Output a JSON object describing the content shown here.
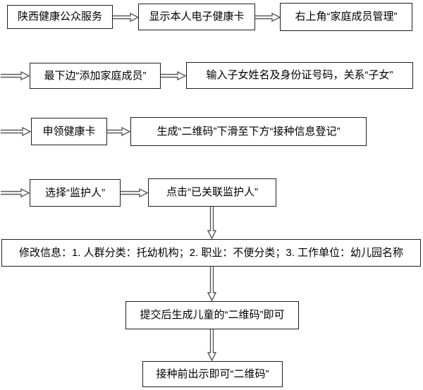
{
  "diagram": {
    "type": "flowchart",
    "background_color": "#ffffff",
    "box_border_color": "#1f1f1f",
    "arrow_color": "#595959",
    "nodes": [
      {
        "id": "start",
        "label": "陕西健康公众服务"
      },
      {
        "id": "show-health-card",
        "label": "显示本人电子健康卡"
      },
      {
        "id": "family-management",
        "label": "右上角“家庭成员管理”"
      },
      {
        "id": "add-family-member",
        "label": "最下边“添加家庭成员”"
      },
      {
        "id": "enter-child-info",
        "label": "输入子女姓名及身份证号码，关系“子女”"
      },
      {
        "id": "apply-health-card",
        "label": "申领健康卡"
      },
      {
        "id": "generate-qrcode",
        "label": "生成“二维码”下滑至下方“接种信息登记”"
      },
      {
        "id": "select-guardian",
        "label": "选择“监护人”"
      },
      {
        "id": "click-linked-guardian",
        "label": "点击“已关联监护人”"
      },
      {
        "id": "modify-info",
        "label": "修改信息：1. 人群分类：托幼机构；2. 职业：不便分类；3. 工作单位：幼儿园名称"
      },
      {
        "id": "submit-child-qrcode",
        "label": "提交后生成儿童的“二维码”即可"
      },
      {
        "id": "show-qrcode",
        "label": "接种前出示即可“二维码”"
      }
    ]
  }
}
